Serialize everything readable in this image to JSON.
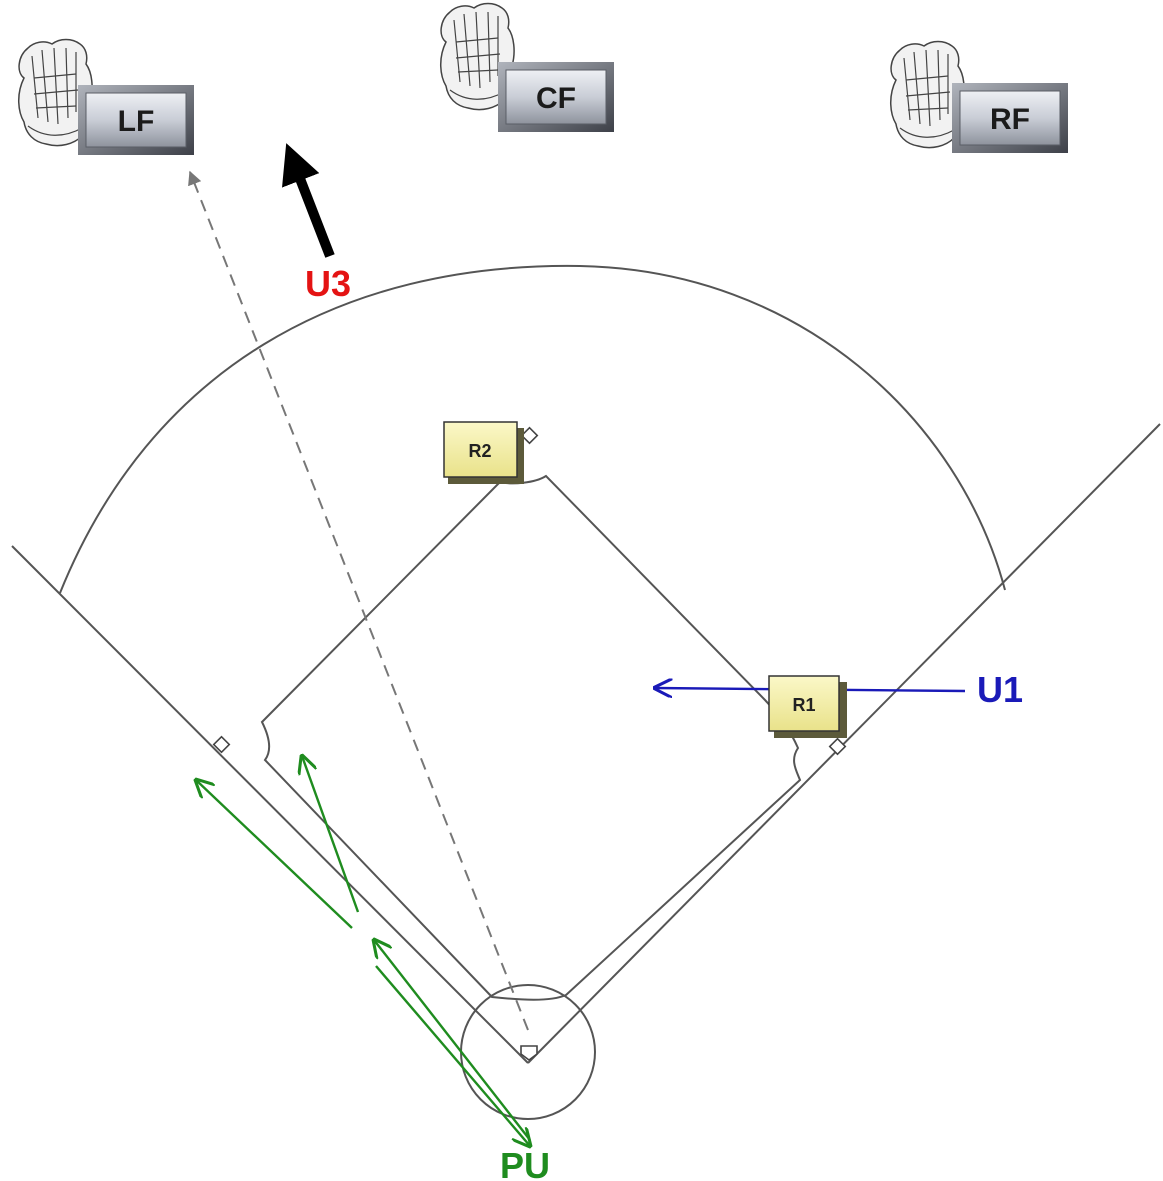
{
  "fielders": [
    {
      "label": "LF"
    },
    {
      "label": "CF"
    },
    {
      "label": "RF"
    }
  ],
  "runners": [
    {
      "label": "R2"
    },
    {
      "label": "R1"
    }
  ],
  "umpires": [
    {
      "label": "U3",
      "color": "#e41313"
    },
    {
      "label": "U1",
      "color": "#1a1ab8"
    },
    {
      "label": "PU",
      "color": "#1f8c1f"
    }
  ],
  "colors": {
    "field_lines": "#555555",
    "ball_path": "#777777",
    "u3_movement": "#000000",
    "u1_movement": "#1a1ab8",
    "pu_movement": "#1f8c1f",
    "button_face": "#c9cdd6",
    "runner_box": "#f7f3a8"
  },
  "icons": {
    "fielder_glove": "baseball-glove-icon",
    "base": "base-icon",
    "home_plate": "home-plate-icon"
  }
}
